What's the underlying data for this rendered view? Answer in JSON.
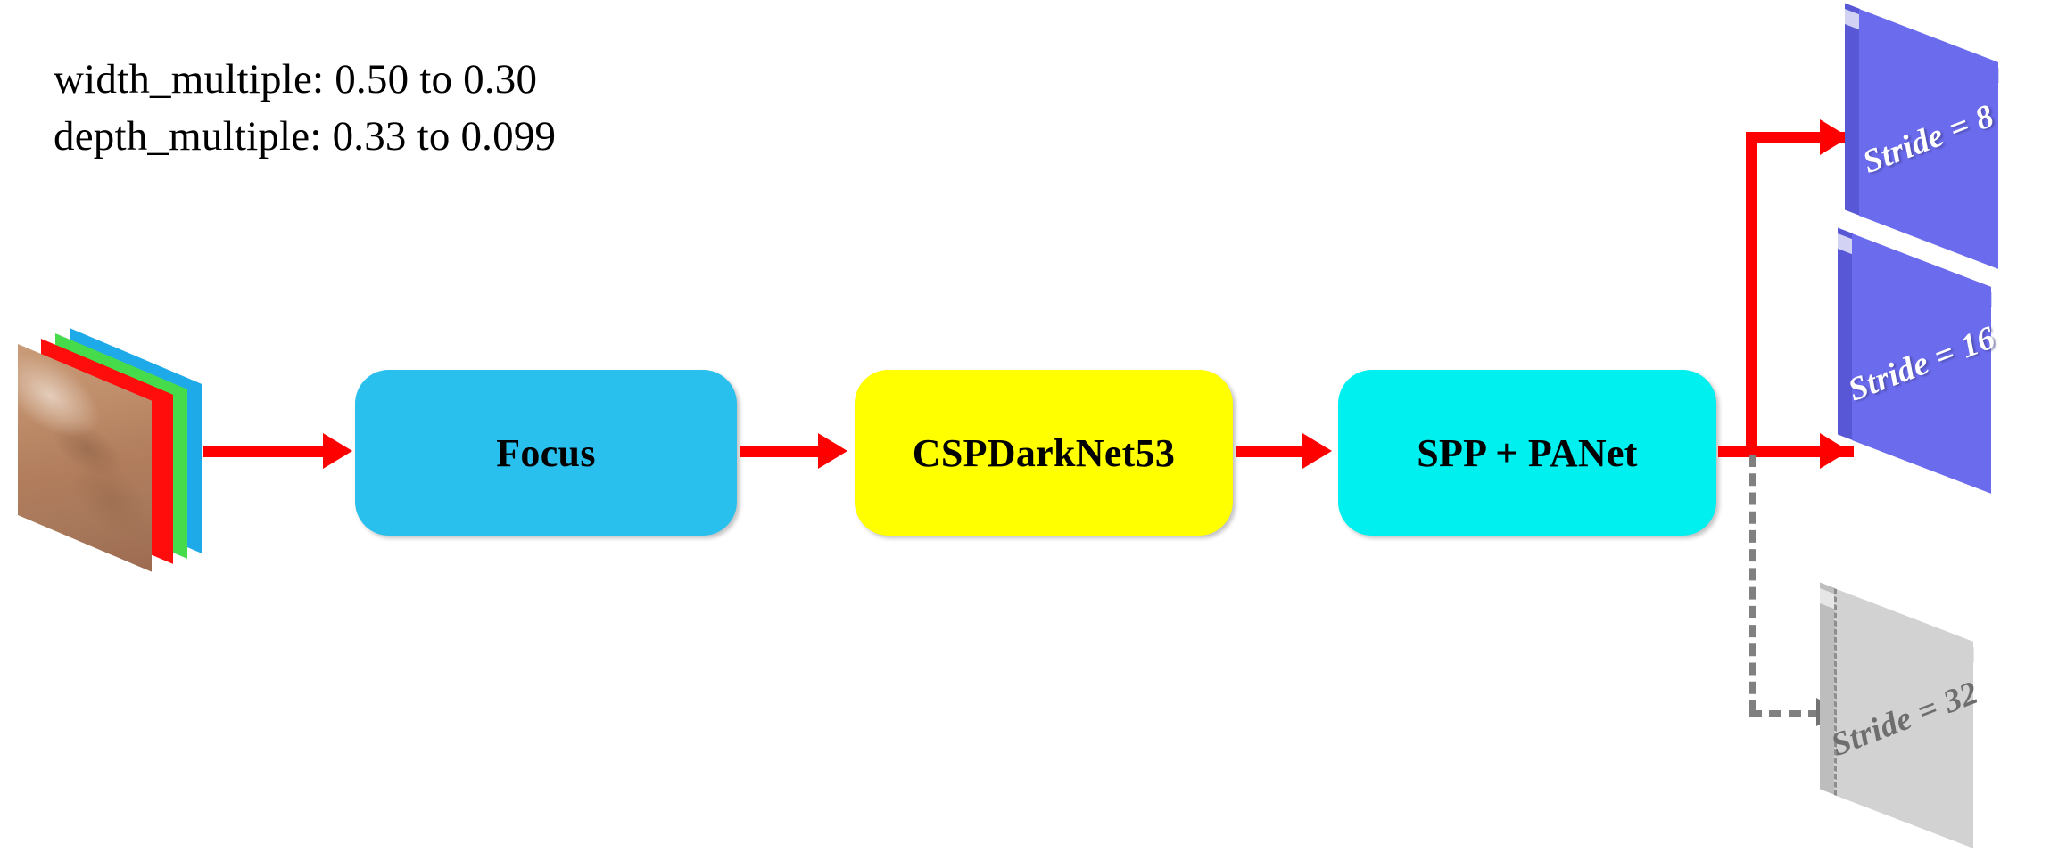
{
  "annotations": {
    "line1": "width_multiple: 0.50 to 0.30",
    "line2": "depth_multiple: 0.33 to 0.099"
  },
  "pipeline": {
    "input": {
      "name": "input-image-stack",
      "channels": [
        "red-channel",
        "green-channel",
        "blue-channel"
      ],
      "channel_colors": [
        "#FF0C0C",
        "#46DB4B",
        "#1EA9E8"
      ]
    },
    "stages": [
      {
        "id": "focus",
        "label": "Focus",
        "color": "#29C0EE"
      },
      {
        "id": "cspdarknet53",
        "label": "CSPDarkNet53",
        "color": "#FFFF00"
      },
      {
        "id": "spp-panet",
        "label": "SPP + PANet",
        "color": "#00EFEF"
      }
    ],
    "outputs": [
      {
        "id": "stride-8",
        "label": "Stride = 8",
        "color": "#6B6BEE",
        "state": "active"
      },
      {
        "id": "stride-16",
        "label": "Stride = 16",
        "color": "#6B6BEE",
        "state": "active"
      },
      {
        "id": "stride-32",
        "label": "Stride = 32",
        "color": "#D2D2D2",
        "state": "removed"
      }
    ],
    "connectors": {
      "active_color": "#FF0000",
      "removed_color": "#808080",
      "active_style": "solid",
      "removed_style": "dashed"
    }
  }
}
